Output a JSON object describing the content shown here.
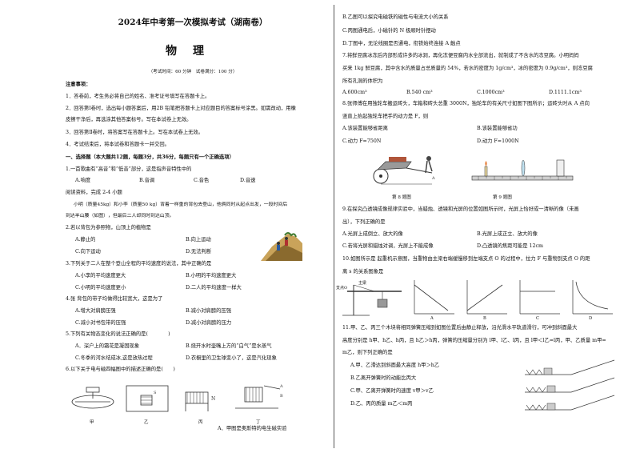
{
  "header": {
    "title": "2024年中考第一次模拟考试（湖南卷）",
    "subject": "物理",
    "meta": "（考试时间：60 分钟　试卷满分：100 分）"
  },
  "notes": {
    "heading": "注意事项：",
    "items": [
      "1．答卷前，考生务必将自己的姓名、准考证号填写在答题卡上。",
      "2．回答第Ⅰ卷时，选出每小题答案后，用2B 铅笔把答题卡上对应题目的答案标号涂黑。如需改动，用橡",
      "皮擦干净后，再选涂其他答案标号。写在本试卷上无效。",
      "3．回答第Ⅱ卷时，将答案写在答题卡上。写在本试卷上无效。",
      "4．考试结束后，将本试卷和答题卡一并交回。"
    ]
  },
  "section1": "一、选择题（本大题共12题，每题3分，共36分，每题只有一个正确选项）",
  "left_questions": {
    "q1": {
      "stem": "1.一首歌曲有“高音”和“低音”部分，这是指声音特性中的",
      "A": "A.响度",
      "B": "B.音调",
      "C": "C.音色",
      "D": "D.音速"
    },
    "read": "阅读资料，完成 2-4 小题",
    "passage1": "小明（质量45kg）和小李（质量50 kg）背着一样重的背包去登山，他俩同时从起点出发，一段时间后",
    "passage2": "到达半山腰（如图），但最后二人却同时到达山顶。",
    "q2": {
      "stem": "2.若以背包为参照物，山顶上的植物是",
      "A": "A.静止的",
      "B": "B.向上运动",
      "C": "C.向下运动",
      "D": "D.无法判断"
    },
    "q3": {
      "stem": "3.下列关于二人在整个登山全程的平均速度的说法，其中正确的是",
      "A": "A.小李的平均速度更大",
      "B": "B.小明的平均速度更大",
      "C": "C.小明的平均速度更小",
      "D": "D.二人的平均速度一样大"
    },
    "q4": {
      "stem": "4.张 背包的带子均做得比较宽大，这是为了",
      "A": "A.增大对肩膀压强",
      "B": "B.减小对肩膀的压强",
      "C": "C.减小对书包带的压强",
      "D": "D.减小对肩膀的压力"
    },
    "q5": {
      "stem": "5.下列有关物态变化的说法正确的是(　　　　)",
      "A": "A．深户上的霜花是凝固现象",
      "B": "B.烧开水时壶嘴上方的“白气”是水蒸气",
      "C": "C.冬季的河水结成冰,这是放热过程",
      "D": "D.衣橱里的卫生球变小了，这是汽化现象"
    },
    "q6": {
      "stem": "6.以下关于电与磁四幅图中的描述正确的是(　　)",
      "cap_a": "甲",
      "cap_b": "乙",
      "cap_c": "丙",
      "cap_d": "丁",
      "optA": "A．甲图是奥斯特的电生磁实验"
    }
  },
  "right_questions": {
    "q6b": {
      "B": "B.乙图可以探究电磁铁的磁性与电流大小的关系",
      "C": "C.丙图通电后，小磁针的 N 极顺时针摆动",
      "D": "D.丁图中，无论线圈是否通电，衔铁始终连接 A 触点"
    },
    "q7": {
      "stem1": "7.将鲜豆腐冰冻后内部形成许多的冰洞，再化冻便豆腐内水全部流出，就制成了不含水的冻豆腐。小明妈妈",
      "stem2": "买来 1kg 鲜豆腐，其中含水的质量占总质量的 54%，若水的密度为 1g/cm³，冰的密度为 0.9g/cm³，则冻豆腐",
      "stem3": "所有孔洞的体积为",
      "A": "A.600cm³",
      "B": "B.540 cm³",
      "C": "C.1000cm³",
      "D": "D.1111.1cm³"
    },
    "q8": {
      "stem1": "8.张师傅在用独轮车搬运砖头，车箱和砖头总重 3000N，独轮车的有关尺寸如图下图所示；运砖头时从 A 点向",
      "stem2": "竖直上抬起独轮车把手的动力是 F，则",
      "A": "A.该装置能够省距离",
      "B": "B.该装置能够省功",
      "C": "C.动力 F=750N",
      "D": "D.动力 F=1000N",
      "fig_cap": "第 8 题图"
    },
    "q9cap": "第 9 题图",
    "q9": {
      "stem1": "9.在探究凸透镜成像规律实验中，当蜡烛、透镜和光屏的位置如图所示时，光屏上恰好成一清晰的像（未画",
      "stem2": "出），下列正确的是",
      "A": "A.光屏上成倒立、放大的像",
      "B": "B.光屏上成正立、放大的像",
      "C": "C.若将光屏和蜡烛对调，光屏上不能成像",
      "D": "D.凸透镜的焦距可能是 12cm"
    },
    "q10": {
      "stem1": "10.如图所示是 起重机示意图，当重物由主梁右端缓慢移到左端支点 O 的过程中，拉力 F 与重物到支点 O 的距",
      "stem2": "离 s 的关系图象是",
      "labels": {
        "fig": "支点O",
        "main": "主梁",
        "F": "F",
        "s": "s",
        "O": "O",
        "A": "A",
        "B": "B",
        "C": "C",
        "D": "D"
      }
    },
    "q11": {
      "stem1": "11.甲、乙、丙三个木块将相同弹簧压缩到如图位置后由静止释放，沿光滑水平轨道滑行，可冲到斜面最大",
      "stem2": "高度分别是 h甲、h乙、h丙，且 h乙＞h丙，弹簧的压缩量分别为 l甲、l乙、l丙，且 l甲＜l乙=l丙，甲、乙质量 m甲=",
      "stem3": "m乙，则下列正确的是",
      "A": "A.甲、乙滑达到斜面最大高度 h甲＞h乙",
      "B": "B.乙离开弹簧时的动能比丙大",
      "C": "C.甲、乙离开弹簧时的速度 v甲＞v乙",
      "D": "D.乙、丙的质量 m乙＜m丙"
    }
  }
}
